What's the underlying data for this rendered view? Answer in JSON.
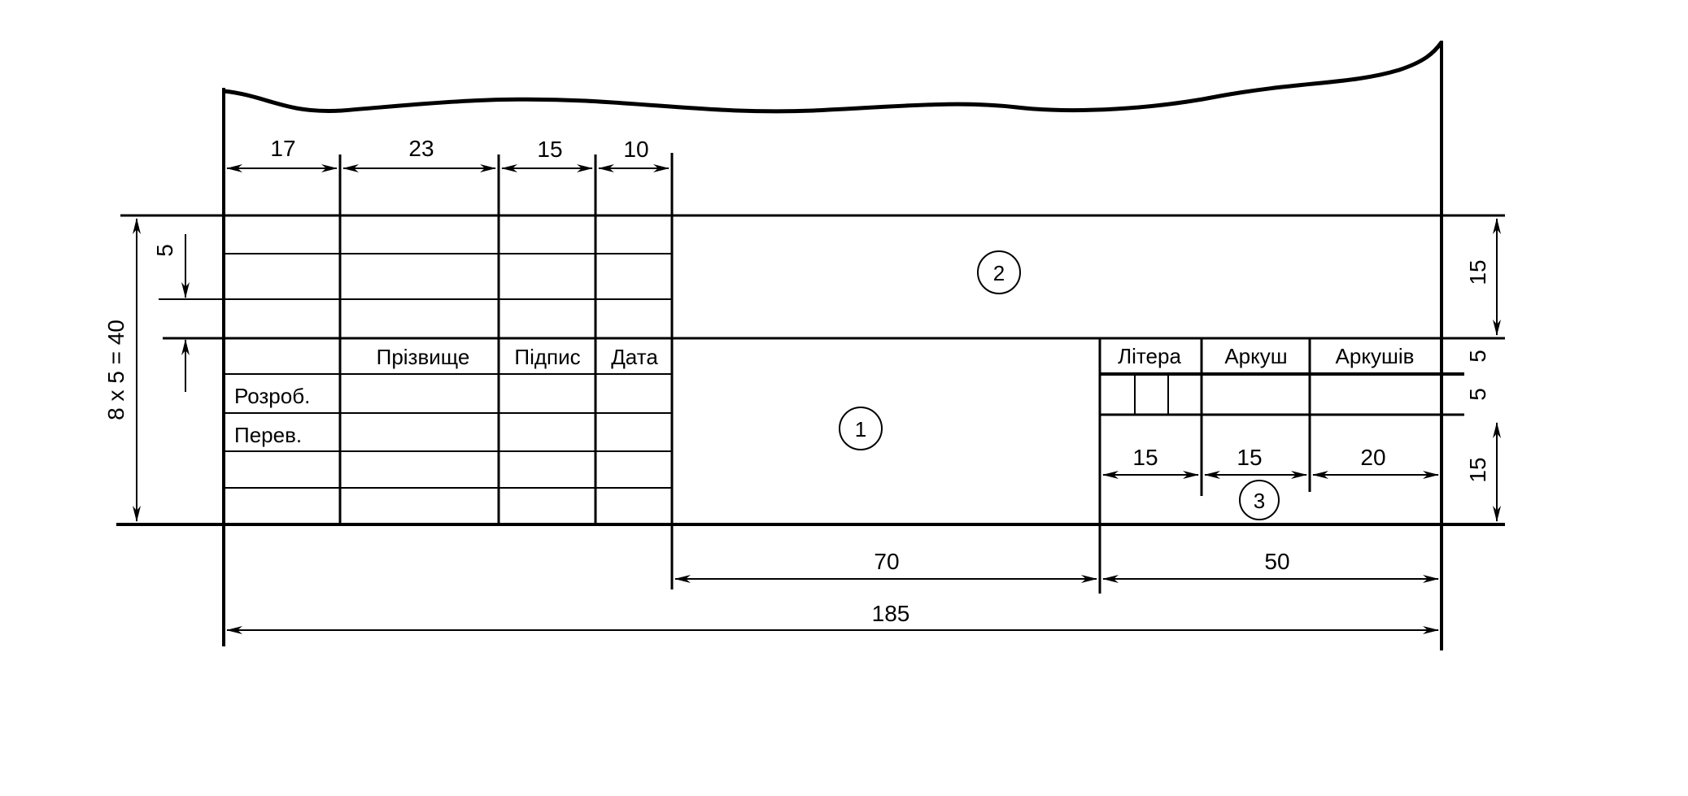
{
  "table": {
    "col_headers": {
      "surname": "Прізвище",
      "signature": "Підпис",
      "date": "Дата"
    },
    "rows": {
      "developed": "Розроб.",
      "checked": "Перев."
    },
    "right_headers": {
      "letter": "Літера",
      "sheet": "Аркуш",
      "sheets": "Аркушів"
    }
  },
  "callouts": {
    "field_1": "1",
    "field_2": "2",
    "field_3": "3"
  },
  "dimensions": {
    "col_1": "17",
    "col_2": "23",
    "col_3": "15",
    "col_4": "10",
    "row_height": "5",
    "total_height": "8 x 5 = 40",
    "main_field": "70",
    "right_block": "50",
    "total_width": "185",
    "right_top": "15",
    "right_header_row": "5",
    "right_values_row": "5",
    "right_bottom": "15",
    "right_col_1": "15",
    "right_col_2": "15",
    "right_col_3": "20"
  },
  "colors": {
    "ink": "#000000",
    "paper": "#ffffff"
  }
}
